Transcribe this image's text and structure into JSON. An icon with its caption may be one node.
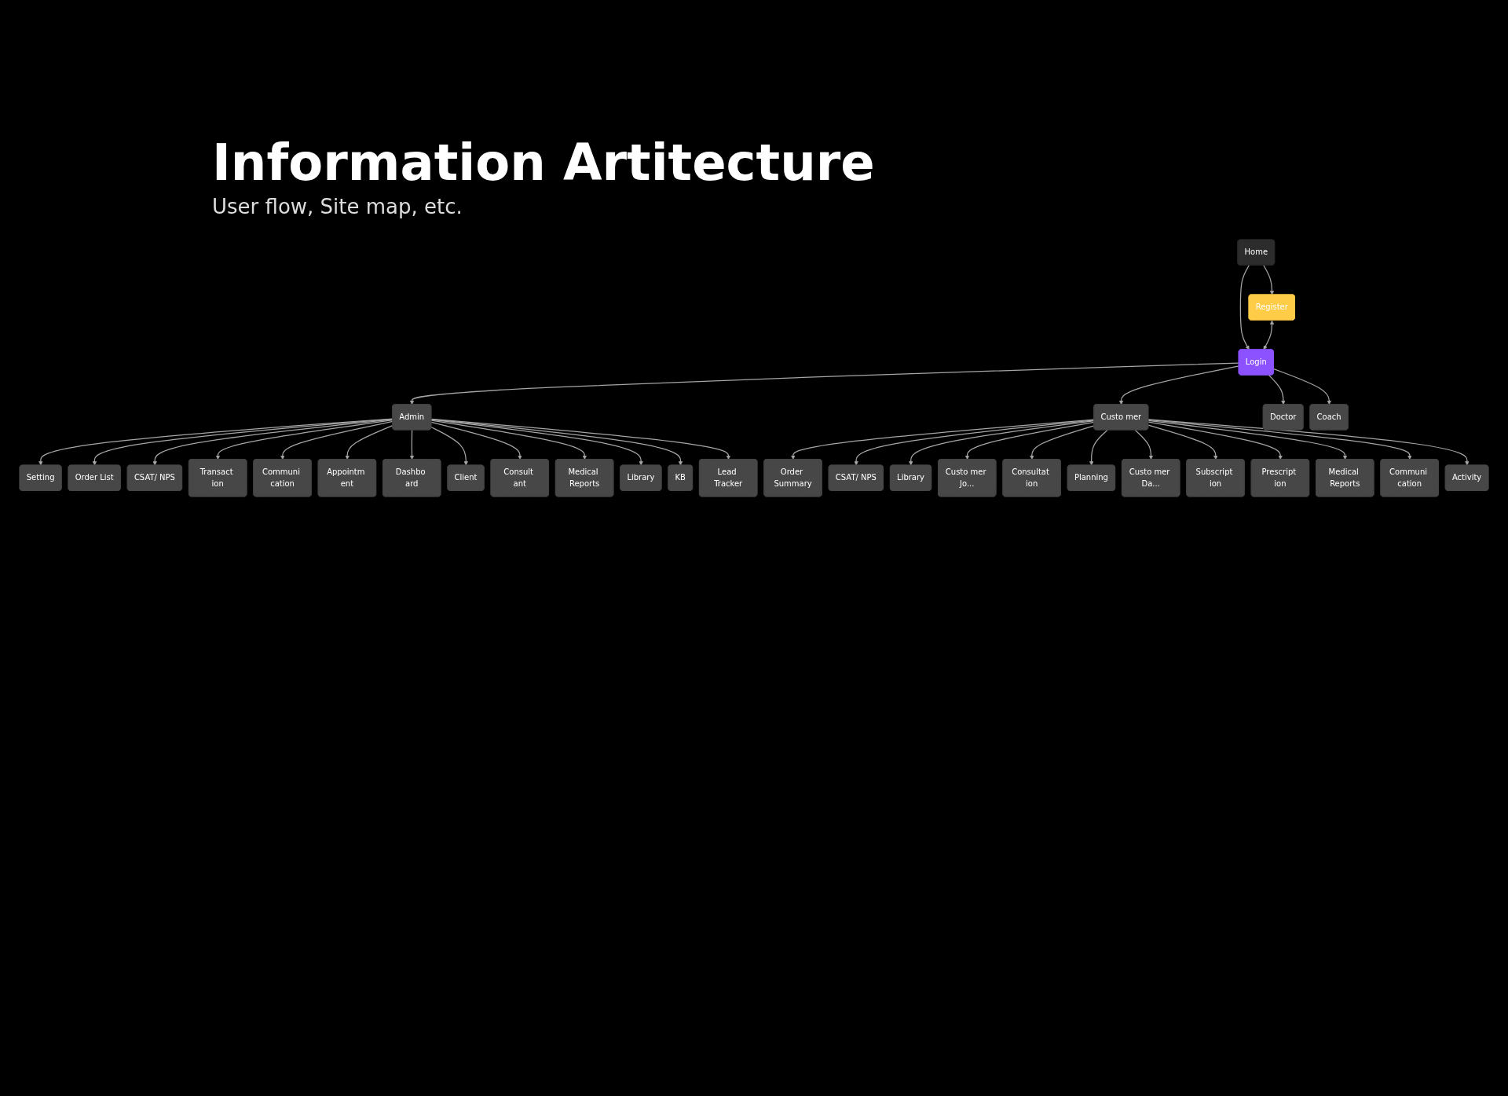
{
  "diagram": {
    "title": "Information Artitecture",
    "nodes": [
      {
        "text": [
          "Home"
        ]
      },
      {
        "text": [
          "Register"
        ]
      },
      {
        "text": [
          "Login"
        ]
      },
      {
        "text": [
          "Admin"
        ]
      },
      {
        "text": [
          "Custo mer"
        ]
      },
      {
        "text": [
          "Doctor"
        ]
      },
      {
        "text": [
          "Coach"
        ]
      },
      {
        "text": [
          "Setting"
        ]
      },
      {
        "text": [
          "Order List"
        ]
      },
      {
        "text": [
          "CSAT/ NPS"
        ]
      },
      {
        "text": [
          "Transact ion"
        ]
      },
      {
        "text": [
          "Communi cation"
        ]
      },
      {
        "text": [
          "Appointm ent"
        ]
      },
      {
        "text": [
          "Dashbo ard"
        ]
      },
      {
        "text": [
          "Client"
        ]
      },
      {
        "text": [
          "Consult ant"
        ]
      },
      {
        "text": [
          "Medical Reports"
        ]
      },
      {
        "text": [
          "Library"
        ]
      },
      {
        "text": [
          "KB"
        ]
      },
      {
        "text": [
          "Lead Tracker"
        ]
      },
      {
        "text": [
          "Order Summary"
        ]
      },
      {
        "text": [
          "CSAT/ NPS"
        ]
      },
      {
        "text": [
          "Library"
        ]
      },
      {
        "text": [
          "Custo mer Jo..."
        ]
      },
      {
        "text": [
          "Consultat ion"
        ]
      },
      {
        "text": [
          "Planning"
        ]
      },
      {
        "text": [
          "Custo mer Da..."
        ]
      },
      {
        "text": [
          "Subscript ion"
        ]
      },
      {
        "text": [
          "Prescript ion"
        ]
      },
      {
        "text": [
          "Medical Reports"
        ]
      },
      {
        "text": [
          "Communi cation"
        ]
      },
      {
        "text": [
          "Activity"
        ]
      }
    ],
    "edges": [
      {
        "from": 0,
        "to": 1,
        "arrow": "to"
      },
      {
        "from": 0,
        "to": 2,
        "arrow": "to"
      },
      {
        "from": 1,
        "to": 2,
        "arrow": "both"
      },
      {
        "from": 2,
        "to": 3,
        "arrow": "to"
      },
      {
        "from": 2,
        "to": 4,
        "arrow": "to"
      },
      {
        "from": 2,
        "to": 5,
        "arrow": "to"
      },
      {
        "from": 2,
        "to": 6,
        "arrow": "to"
      },
      {
        "from": 3,
        "to": 7,
        "arrow": "to"
      },
      {
        "from": 3,
        "to": 8,
        "arrow": "to"
      },
      {
        "from": 3,
        "to": 9,
        "arrow": "to"
      },
      {
        "from": 3,
        "to": 10,
        "arrow": "to"
      },
      {
        "from": 3,
        "to": 11,
        "arrow": "to"
      },
      {
        "from": 3,
        "to": 12,
        "arrow": "to"
      },
      {
        "from": 3,
        "to": 13,
        "arrow": "to"
      },
      {
        "from": 3,
        "to": 14,
        "arrow": "to"
      },
      {
        "from": 3,
        "to": 15,
        "arrow": "to"
      },
      {
        "from": 3,
        "to": 16,
        "arrow": "to"
      },
      {
        "from": 3,
        "to": 17,
        "arrow": "to"
      },
      {
        "from": 3,
        "to": 18,
        "arrow": "to"
      },
      {
        "from": 3,
        "to": 19,
        "arrow": "to"
      },
      {
        "from": 4,
        "to": 20,
        "arrow": "to"
      },
      {
        "from": 4,
        "to": 21,
        "arrow": "to"
      },
      {
        "from": 4,
        "to": 22,
        "arrow": "to"
      },
      {
        "from": 4,
        "to": 23,
        "arrow": "to"
      },
      {
        "from": 4,
        "to": 24,
        "arrow": "to"
      },
      {
        "from": 4,
        "to": 25,
        "arrow": "to"
      },
      {
        "from": 4,
        "to": 26,
        "arrow": "to"
      },
      {
        "from": 4,
        "to": 27,
        "arrow": "to"
      },
      {
        "from": 4,
        "to": 28,
        "arrow": "to"
      },
      {
        "from": 4,
        "to": 29,
        "arrow": "to"
      },
      {
        "from": 4,
        "to": 30,
        "arrow": "to"
      },
      {
        "from": 4,
        "to": 31,
        "arrow": "to"
      }
    ],
    "labels": [
      "User flow, Site map, etc."
    ]
  }
}
